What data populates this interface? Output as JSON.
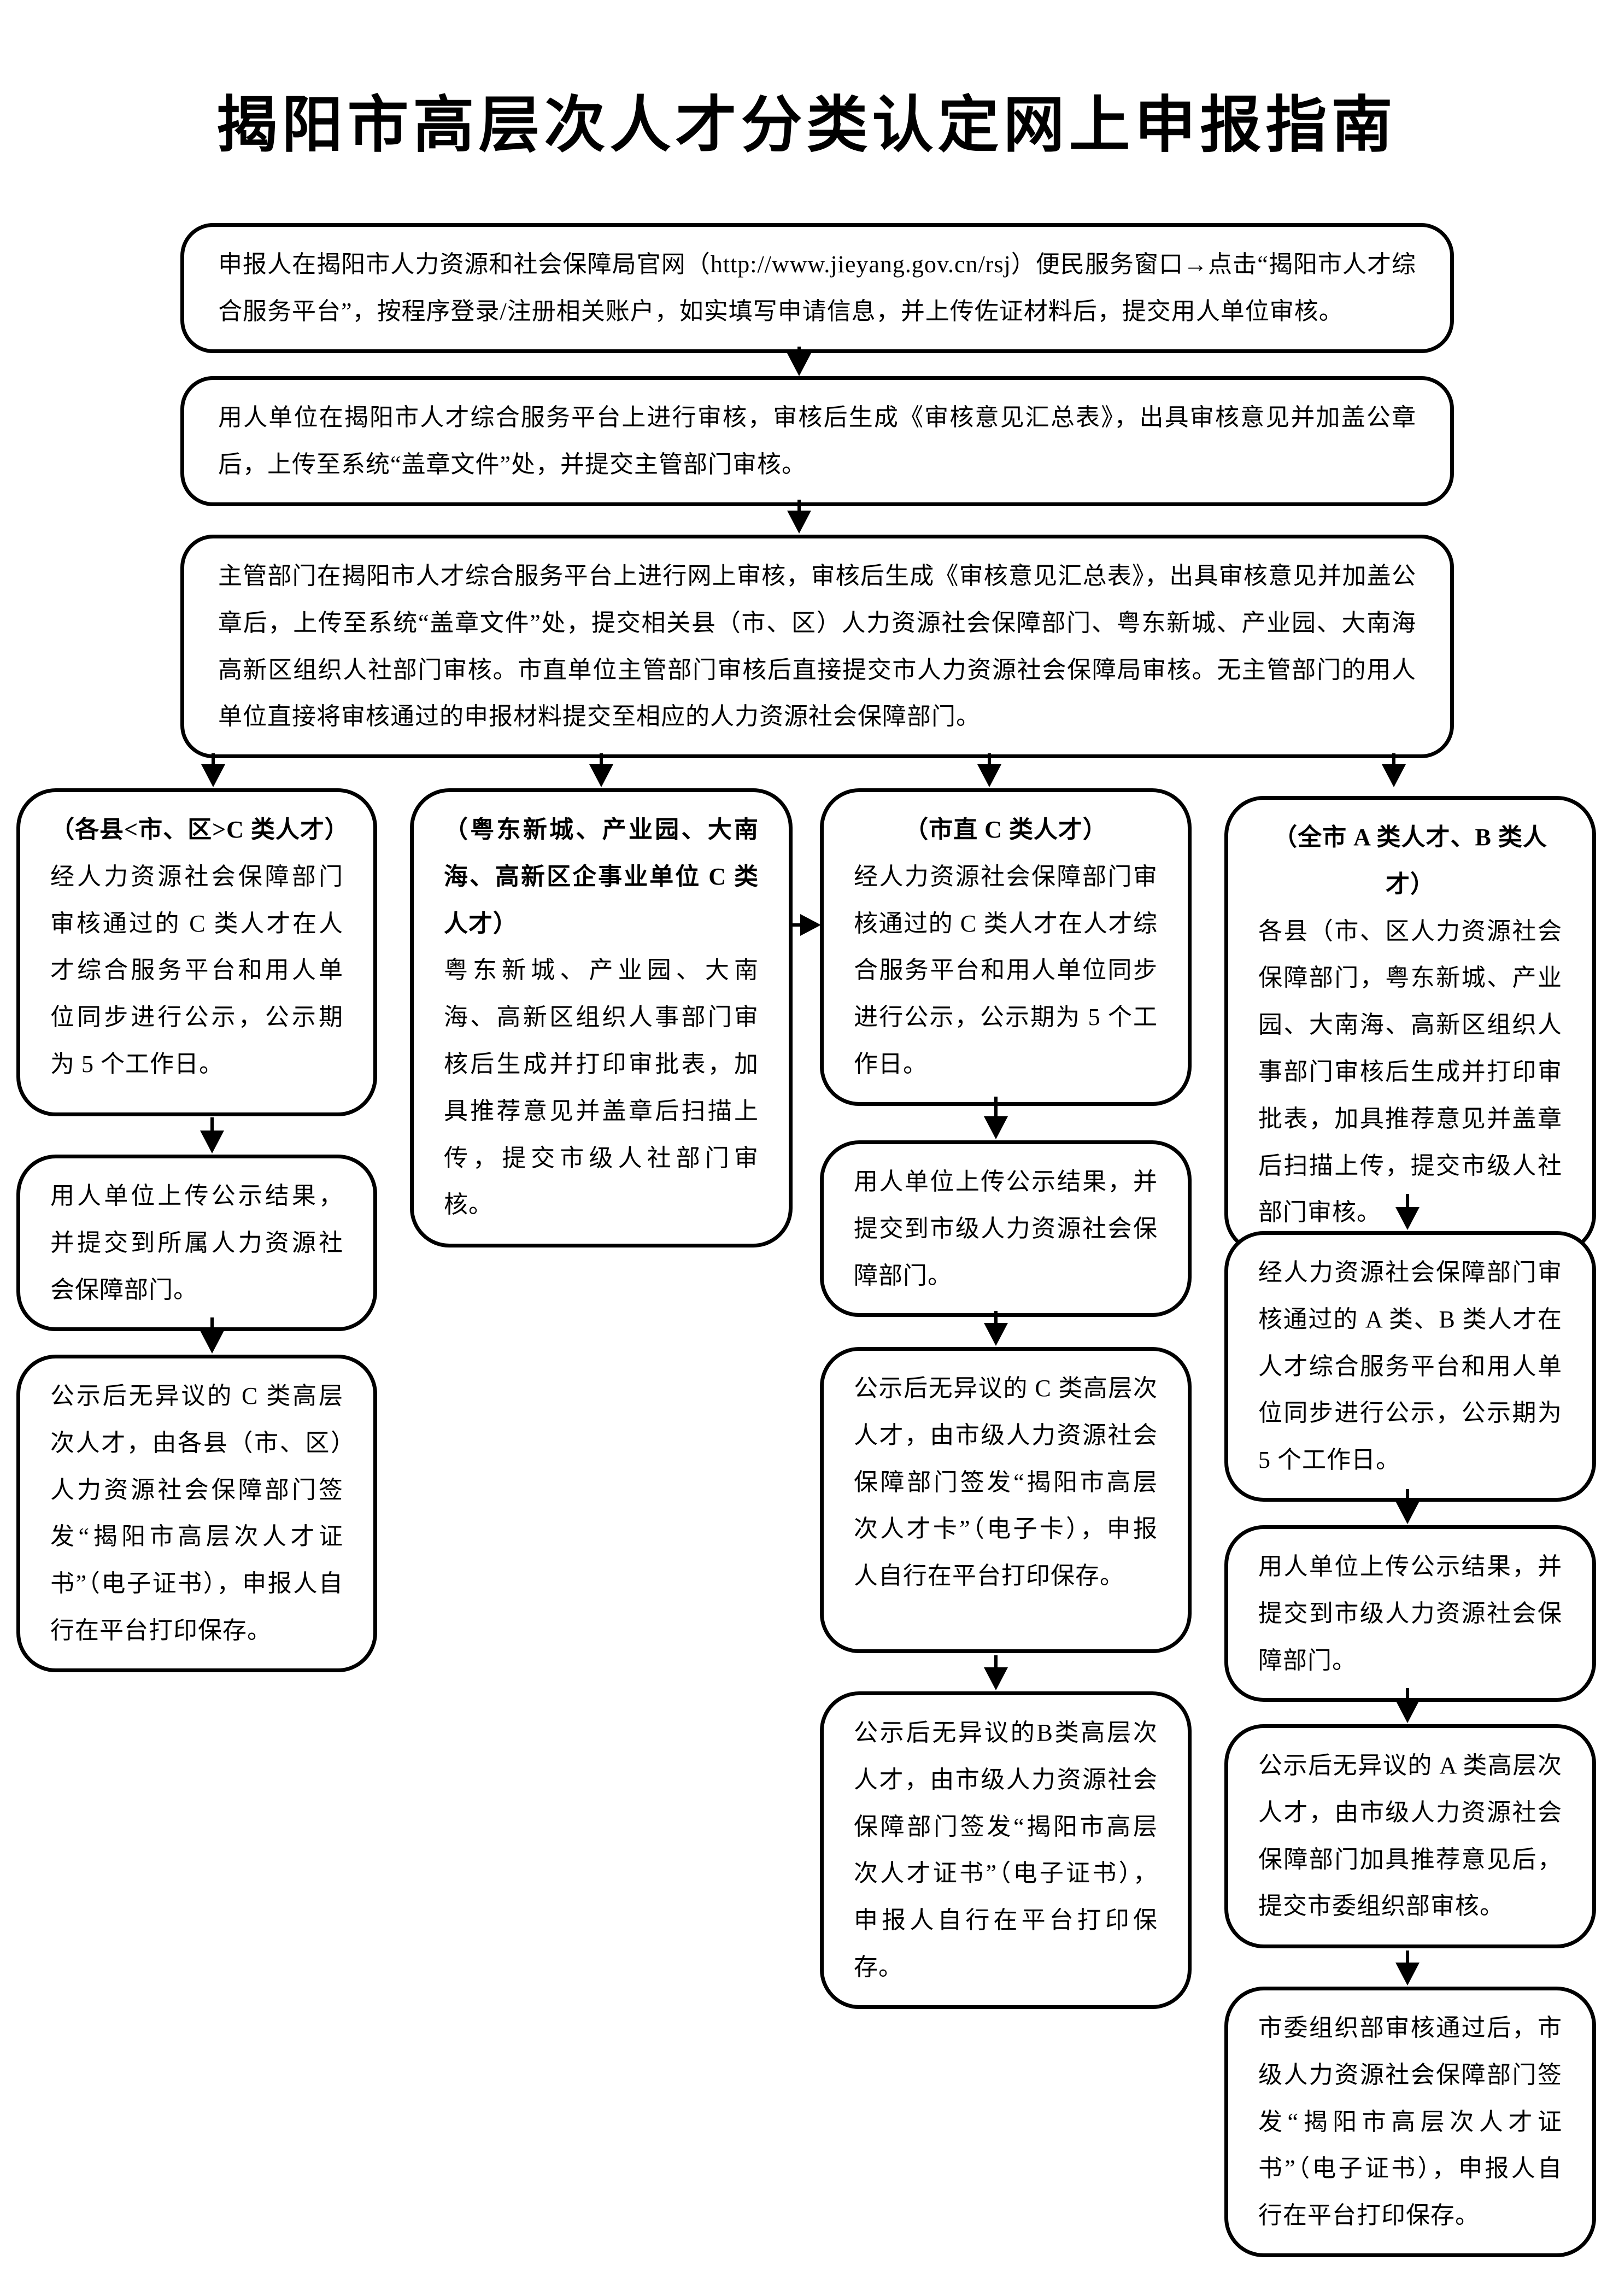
{
  "title": "揭阳市高层次人才分类认定网上申报指南",
  "style": {
    "ink": "#000000",
    "paper": "#ffffff"
  },
  "top_steps": [
    {
      "text": "申报人在揭阳市人力资源和社会保障局官网（http://www.jieyang.gov.cn/rsj）便民服务窗口→点击“揭阳市人才综合服务平台”，按程序登录/注册相关账户，如实填写申请信息，并上传佐证材料后，提交用人单位审核。"
    },
    {
      "text": "用人单位在揭阳市人才综合服务平台上进行审核，审核后生成《审核意见汇总表》，出具审核意见并加盖公章后，上传至系统“盖章文件”处，并提交主管部门审核。"
    },
    {
      "text": "主管部门在揭阳市人才综合服务平台上进行网上审核，审核后生成《审核意见汇总表》，出具审核意见并加盖公章后，上传至系统“盖章文件”处，提交相关县（市、区）人力资源社会保障部门、粤东新城、产业园、大南海高新区组织人社部门审核。市直单位主管部门审核后直接提交市人力资源社会保障局审核。无主管部门的用人单位直接将审核通过的申报材料提交至相应的人力资源社会保障部门。"
    }
  ],
  "columns": [
    {
      "name": "各县（市、区）C类人才",
      "boxes": [
        {
          "header": "（各县<市、区>C 类人才）",
          "body": "经人力资源社会保障部门审核通过的 C 类人才在人才综合服务平台和用人单位同步进行公示，公示期为 5 个工作日。"
        },
        {
          "body": "用人单位上传公示结果，并提交到所属人力资源社会保障部门。"
        },
        {
          "body": "公示后无异议的 C 类高层次人才，由各县（市、区）人力资源社会保障部门签发“揭阳市高层次人才证书”（电子证书），申报人自行在平台打印保存。"
        }
      ]
    },
    {
      "name": "粤东新城、产业园、大南海、高新区企事业单位C类人才",
      "boxes": [
        {
          "header": "（粤东新城、产业园、大南海、高新区企事业单位 C 类人才）",
          "body": "粤东新城、产业园、大南海、高新区组织人事部门审核后生成并打印审批表，加具推荐意见并盖章后扫描上传，提交市级人社部门审核。"
        }
      ]
    },
    {
      "name": "市直C类人才",
      "boxes": [
        {
          "header": "（市直 C 类人才）",
          "body": "经人力资源社会保障部门审核通过的 C 类人才在人才综合服务平台和用人单位同步进行公示，公示期为 5 个工作日。"
        },
        {
          "body": "用人单位上传公示结果，并提交到市级人力资源社会保障部门。"
        },
        {
          "body": "公示后无异议的 C 类高层次人才，由市级人力资源社会保障部门签发“揭阳市高层次人才卡”（电子卡），申报人自行在平台打印保存。"
        },
        {
          "body": "公示后无异议的B类高层次人才，由市级人力资源社会保障部门签发“揭阳市高层次人才证书”（电子证书），申报人自行在平台打印保存。"
        }
      ]
    },
    {
      "name": "全市A类人才、B类人才",
      "boxes": [
        {
          "header": "（全市 A 类人才、B 类人才）",
          "body": "各县（市、区人力资源社会保障部门，粤东新城、产业园、大南海、高新区组织人事部门审核后生成并打印审批表，加具推荐意见并盖章后扫描上传，提交市级人社部门审核。"
        },
        {
          "body": "经人力资源社会保障部门审核通过的 A 类、B 类人才在人才综合服务平台和用人单位同步进行公示，公示期为 5 个工作日。"
        },
        {
          "body": "用人单位上传公示结果，并提交到市级人力资源社会保障部门。"
        },
        {
          "body": "公示后无异议的 A 类高层次人才，由市级人力资源社会保障部门加具推荐意见后，提交市委组织部审核。"
        },
        {
          "body": "市委组织部审核通过后，市级人力资源社会保障部门签发“揭阳市高层次人才证书”（电子证书），申报人自行在平台打印保存。"
        }
      ]
    }
  ]
}
